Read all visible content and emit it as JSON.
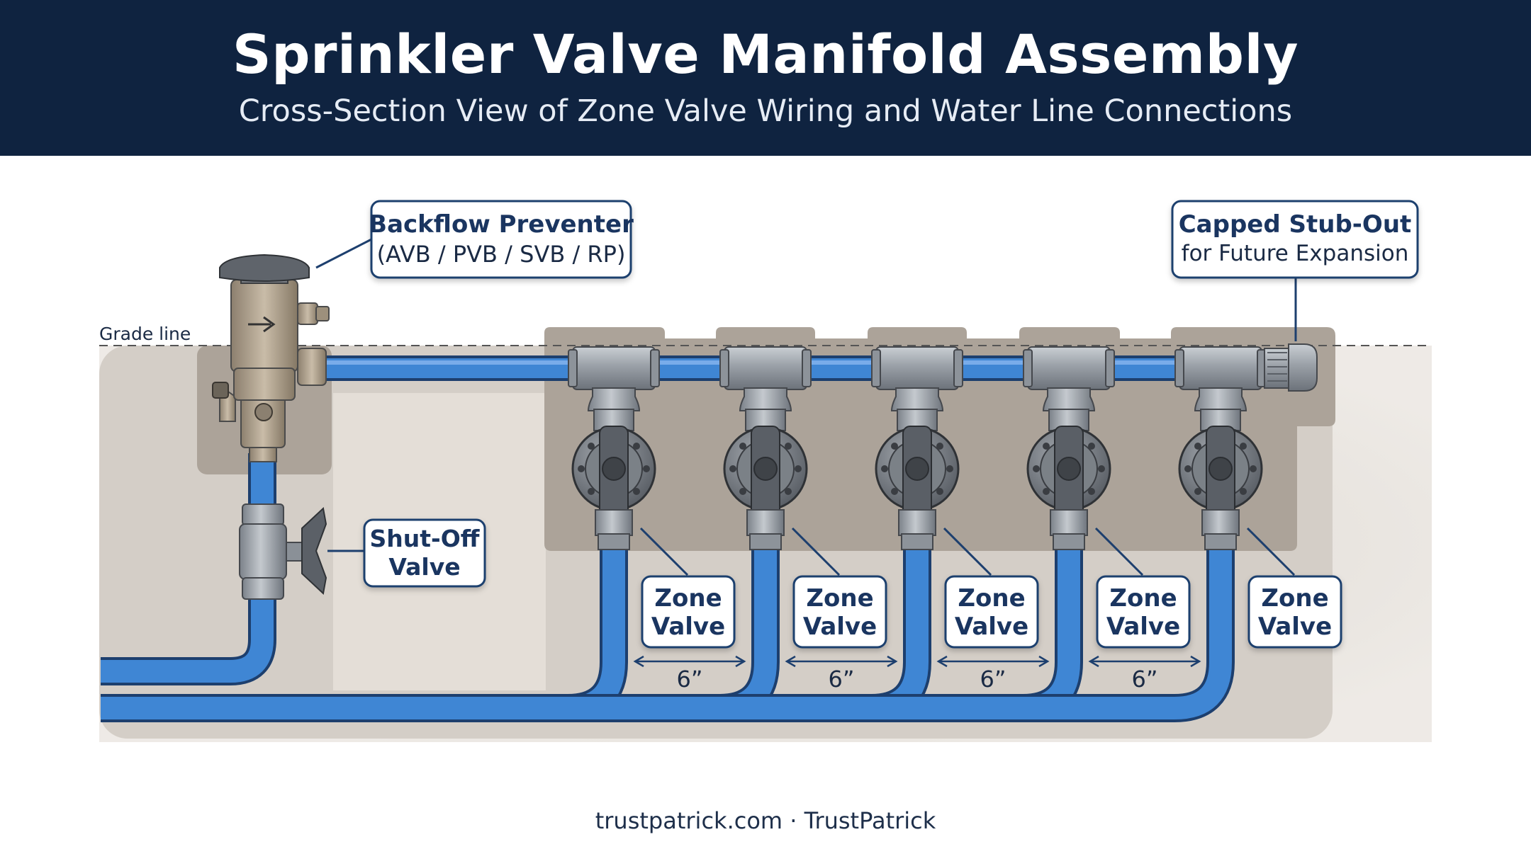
{
  "header": {
    "title": "Sprinkler Valve Manifold Assembly",
    "subtitle": "Cross-Section View of Zone Valve Wiring and Water Line Connections"
  },
  "labels": {
    "grade_line": "Grade line",
    "backflow_title": "Backflow Preventer",
    "backflow_types": "(AVB / PVB / SVB / RP)",
    "shutoff_line1": "Shut-Off",
    "shutoff_line2": "Valve",
    "capped_title": "Capped Stub-Out",
    "capped_sub": "for Future Expansion"
  },
  "zone_valves": [
    {
      "line1": "Zone",
      "line2": "Valve"
    },
    {
      "line1": "Zone",
      "line2": "Valve"
    },
    {
      "line1": "Zone",
      "line2": "Valve"
    },
    {
      "line1": "Zone",
      "line2": "Valve"
    },
    {
      "line1": "Zone",
      "line2": "Valve"
    }
  ],
  "spacings": [
    "6”",
    "6”",
    "6”",
    "6”"
  ],
  "footer": {
    "text": "trustpatrick.com · TrustPatrick"
  },
  "colors": {
    "header_bg": "#0f2340",
    "pipe_blue": "#3f86d4",
    "pipe_outline": "#1d3f6e",
    "soil": "#d3cdc6",
    "valve_box": "#aba298",
    "fitting_gray": "#9aa0a6",
    "label_text": "#1a3560"
  }
}
